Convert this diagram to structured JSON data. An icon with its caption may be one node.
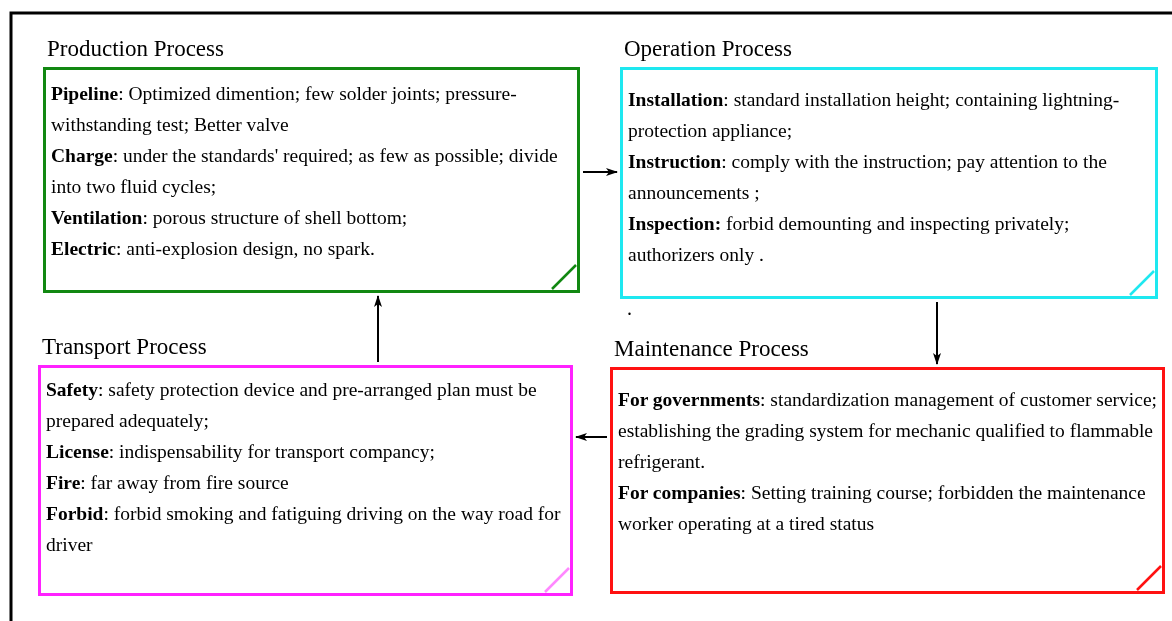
{
  "diagram": {
    "nodes": [
      {
        "text": [
          "Production Process",
          "**Pipeline**: Optimized dimention; few solder joints; pressure-withstanding test; Better valve",
          "**Charge**: under the standards' required; as few as possible; divide into two fluid cycles;",
          "**Ventilation**: porous structure of shell bottom;",
          "**Electric**: anti-explosion design, no spark."
        ]
      },
      {
        "text": [
          "Operation Process",
          "**Installation**: standard installation height; containing lightning-protection appliance;",
          "**Instruction**: comply with the instruction; pay attention to the announcements ;",
          "**Inspection:** forbid demounting and inspecting privately; authorizers only ."
        ]
      },
      {
        "text": [
          "Transport Process",
          "**Safety**: safety protection device and pre-arranged plan must be prepared adequately;",
          "**License**: indispensability for transport compancy;",
          "**Fire**: far away from fire source",
          "**Forbid**:  forbid smoking and fatiguing driving on the way road for driver"
        ]
      },
      {
        "text": [
          "Maintenance Process",
          "**For governments**: standardization management of customer service; establishing the grading system for mechanic qualified to flammable refrigerant.",
          "**For companies**: Setting training course; forbidden the maintenance worker operating at a tired status"
        ]
      }
    ],
    "edges": [
      {
        "from": 0,
        "to": 1,
        "arrow": "to"
      },
      {
        "from": 1,
        "to": 3,
        "arrow": "to"
      },
      {
        "from": 3,
        "to": 2,
        "arrow": "to"
      },
      {
        "from": 2,
        "to": 0,
        "arrow": "to"
      }
    ],
    "labels": [
      "."
    ]
  }
}
